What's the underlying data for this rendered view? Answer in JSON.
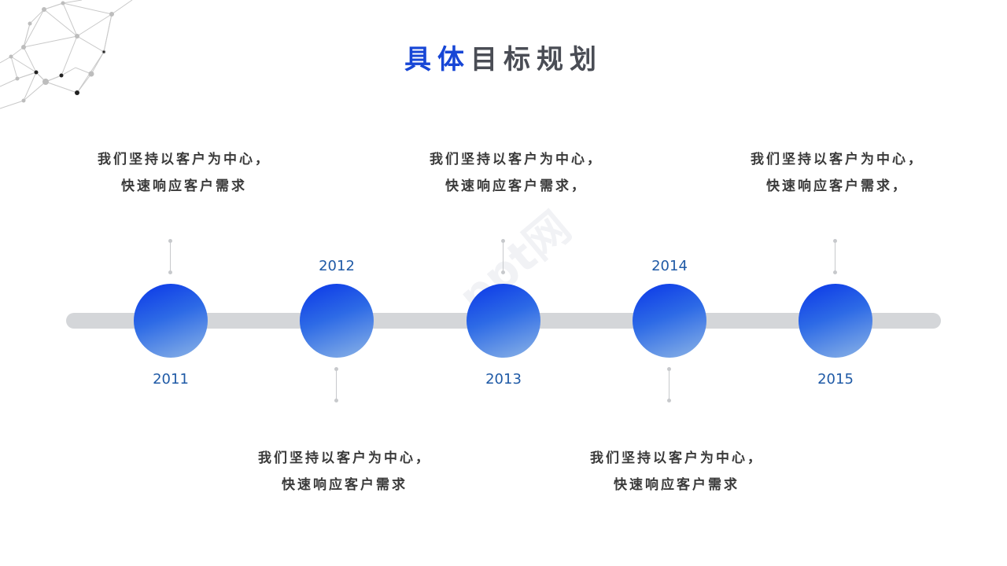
{
  "title": {
    "accent": "具体",
    "rest": "目标规划"
  },
  "timeline": [
    {
      "year": "2011",
      "line1": "我们坚持以客户为中心，",
      "line2": "快速响应客户需求"
    },
    {
      "year": "2012",
      "line1": "我们坚持以客户为中心，",
      "line2": "快速响应客户需求"
    },
    {
      "year": "2013",
      "line1": "我们坚持以客户为中心，",
      "line2": "快速响应客户需求，"
    },
    {
      "year": "2014",
      "line1": "我们坚持以客户为中心，",
      "line2": "快速响应客户需求"
    },
    {
      "year": "2015",
      "line1": "我们坚持以客户为中心，",
      "line2": "快速响应客户需求，"
    }
  ],
  "watermark": "ppt网",
  "colors": {
    "accent": "#1746d6",
    "year": "#1f5aa6",
    "track": "#d4d6d9"
  }
}
